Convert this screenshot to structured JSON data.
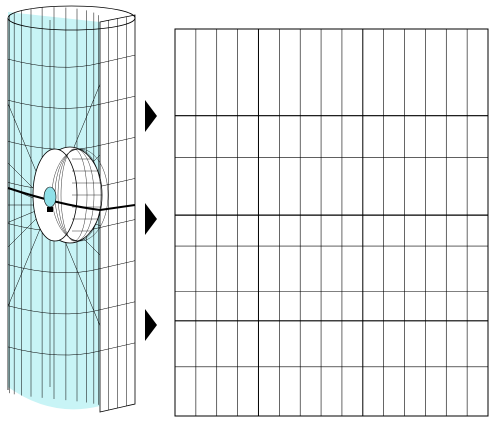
{
  "figure": {
    "cylinder": {
      "fill_color": "#c8f4f6",
      "line_color": "#000000",
      "light_color": "#8fe0e8",
      "open_fill": "#ffffff",
      "vertical_lines": 12,
      "horizontal_rings": 9,
      "rays": 16,
      "source": "light-bulb-icon"
    },
    "arrows": {
      "count": 3,
      "color": "#000000"
    },
    "grid": {
      "columns": 15,
      "row_boundaries_pct": [
        0,
        22.4,
        33.2,
        48.1,
        56.1,
        67.8,
        75.4,
        87.3,
        100
      ],
      "major_rows_pct": [
        22.4,
        48.1,
        75.4
      ],
      "major_columns": [
        4,
        9
      ],
      "line_color": "#000000"
    }
  }
}
